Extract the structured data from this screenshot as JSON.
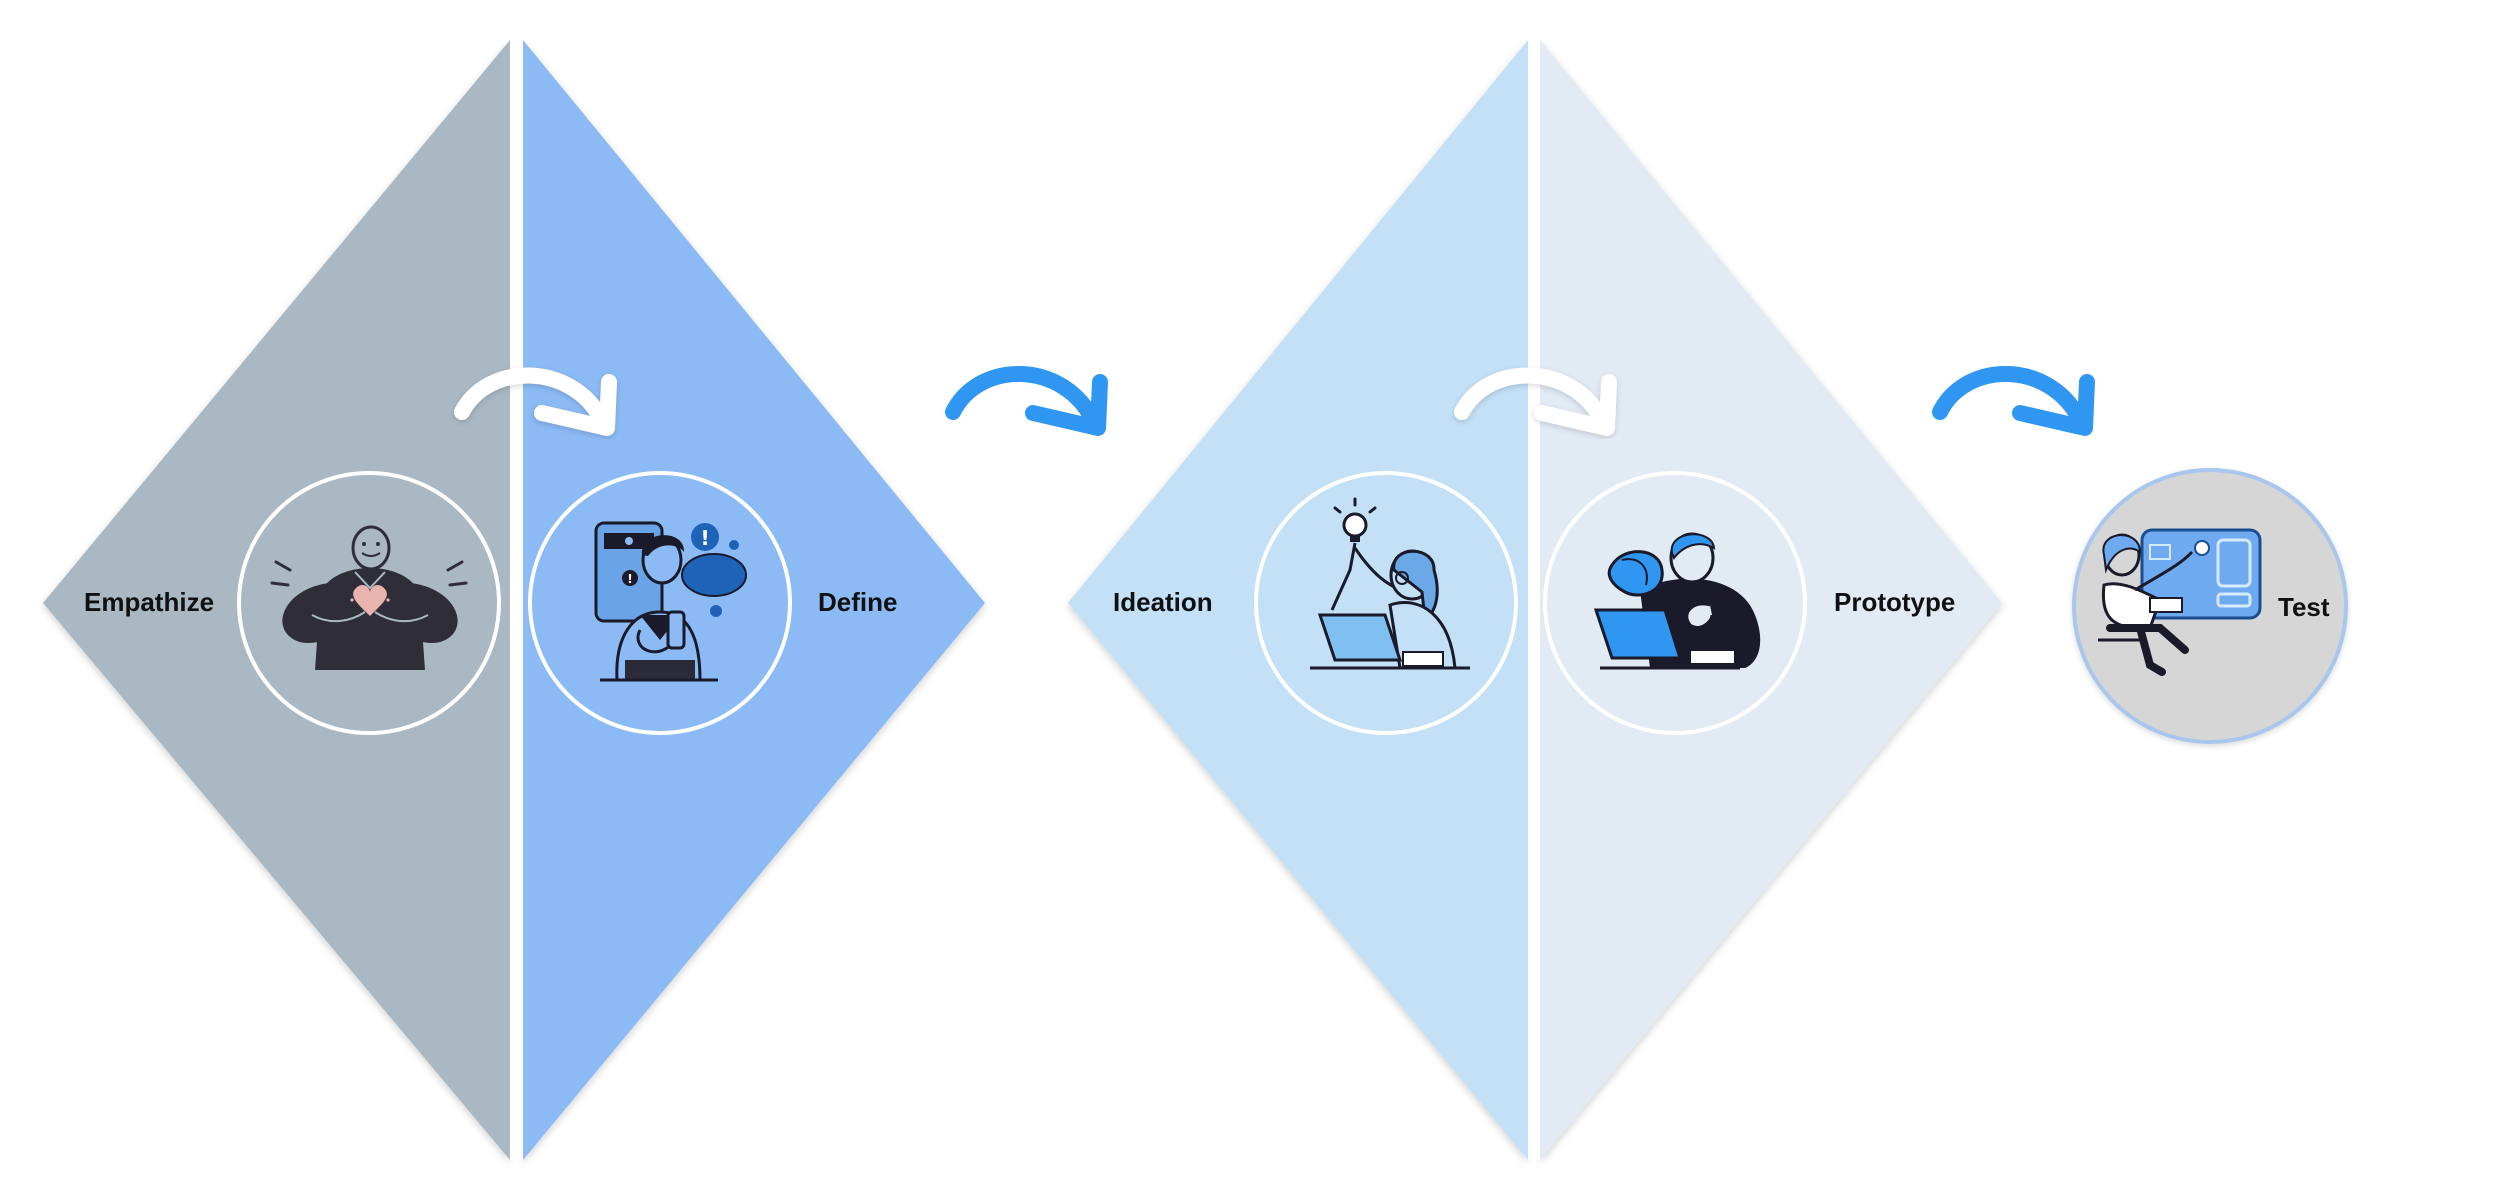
{
  "diagram": {
    "stages": [
      {
        "id": "empathize",
        "label": "Empathize",
        "illustration": "empathy-person-icon"
      },
      {
        "id": "define",
        "label": "Define",
        "illustration": "define-person-icon"
      },
      {
        "id": "ideation",
        "label": "Ideation",
        "illustration": "ideation-person-icon"
      },
      {
        "id": "prototype",
        "label": "Prototype",
        "illustration": "prototype-person-icon"
      },
      {
        "id": "test",
        "label": "Test",
        "illustration": "test-person-icon"
      }
    ],
    "arrows": [
      {
        "id": "empathize-to-define",
        "style": "white-curved-arrow-icon"
      },
      {
        "id": "define-to-ideation",
        "style": "blue-curved-arrow-icon"
      },
      {
        "id": "ideation-to-prototype",
        "style": "white-curved-arrow-icon"
      },
      {
        "id": "prototype-to-test",
        "style": "blue-curved-arrow-icon"
      }
    ],
    "colors": {
      "empathize_panel": "#A9B8C3",
      "define_panel": "#8CBAF4",
      "ideation_panel": "#C3E0F6",
      "prototype_panel": "#E2EAF4",
      "test_circle": "#D6D6D6",
      "accent_blue": "#2F97F2",
      "dark_ink": "#2E2D38"
    }
  }
}
